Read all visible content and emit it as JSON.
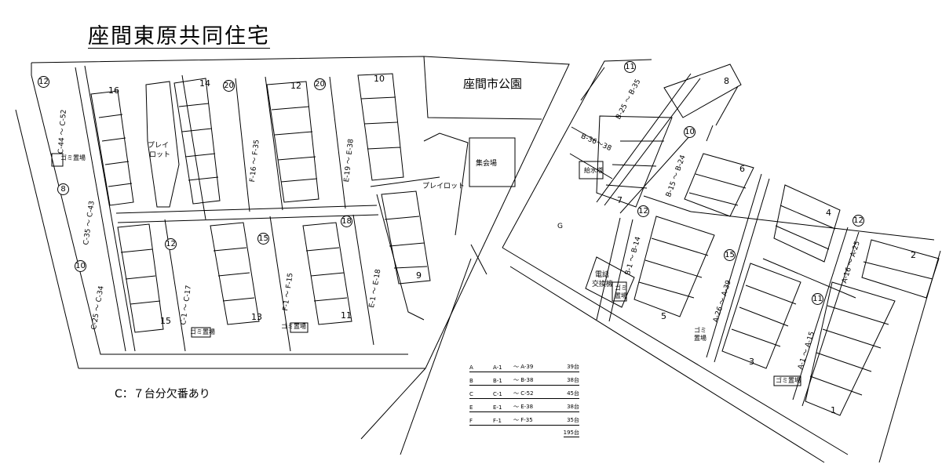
{
  "title": "座間東原共同住宅",
  "note": "C：７台分欠番あり",
  "park_label": "座間市公園",
  "labels": {
    "play_lot_left_1": "プレイ",
    "play_lot_left_2": "ロット",
    "play_lot_center": "プレイロット",
    "meeting_hall": "集会場",
    "water_tower": "給水塔",
    "g_area": "G",
    "phone_1": "電話",
    "phone_2": "交換機",
    "garbage_1": "ゴミ置場",
    "garbage_2": "ゴミ置場",
    "garbage_3": "ゴミ置場",
    "garbage_4": "ゴミ置場",
    "garbage_5a": "ゴミ",
    "garbage_5b": "置場",
    "garbage_6a": "ゴミ",
    "garbage_6b": "置場"
  },
  "buildings": [
    "1",
    "2",
    "3",
    "4",
    "5",
    "6",
    "7",
    "8",
    "9",
    "10",
    "11",
    "12",
    "13",
    "14",
    "15",
    "16"
  ],
  "capacities": [
    "12",
    "8",
    "10",
    "20",
    "20",
    "12",
    "15",
    "18",
    "11",
    "10",
    "12",
    "15",
    "12",
    "11"
  ],
  "parking_ranges": {
    "c44_c52": "C-44 ～ C-52",
    "c35_c43": "C-35 ～ C-43",
    "c25_c34": "C-25 ～ C-34",
    "c1_c17": "C-1 ～ C-17",
    "f16_f35": "F-16 ～ F-35",
    "f1_f15": "F-1 ～ F-15",
    "e19_e38": "E-19 ～ E-38",
    "e1_e18": "E-1 ～ E-18",
    "b25_b35": "B-25 ～ B-35",
    "b36_b38": "B-36～38",
    "b15_b24": "B-15 ～ B-24",
    "b1_b14": "B-1 ～ B-14",
    "a26_a39": "A-26 ～ A-39",
    "a16_a25": "A-16 ～ A-25",
    "a1_a15": "A-1 ～ A-15"
  },
  "summary": {
    "rows": [
      {
        "block": "A",
        "range_from": "A-1",
        "range_to": "～ A-39",
        "count": "39台"
      },
      {
        "block": "B",
        "range_from": "B-1",
        "range_to": "～ B-38",
        "count": "38台"
      },
      {
        "block": "C",
        "range_from": "C-1",
        "range_to": "～ C-52",
        "count": "45台"
      },
      {
        "block": "E",
        "range_from": "E-1",
        "range_to": "～ E-38",
        "count": "38台"
      },
      {
        "block": "F",
        "range_from": "F-1",
        "range_to": "～ F-35",
        "count": "35台"
      }
    ],
    "total": "195台"
  }
}
